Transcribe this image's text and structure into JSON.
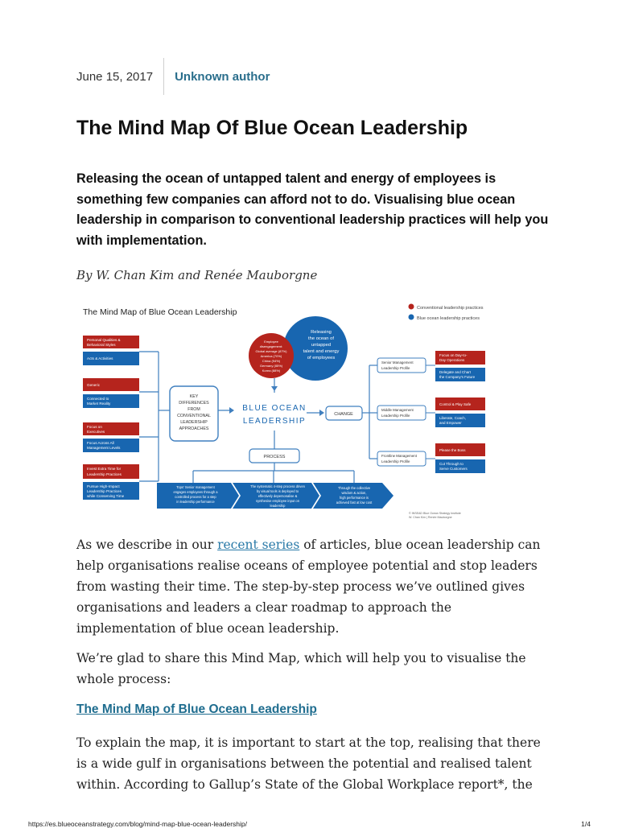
{
  "meta": {
    "date": "June 15, 2017",
    "author": "Unknown author"
  },
  "article": {
    "title": "The Mind Map Of Blue Ocean Leadership",
    "lead": "Releasing the ocean of untapped talent and energy of employees is something few companies can afford not to do. Visualising blue ocean leadership in comparison to conventional leadership practices will help you with implementation.",
    "byline": "By W. Chan Kim and Renée Mauborgne",
    "p1_before": "As we describe in our ",
    "p1_link": "recent series",
    "p1_after": " of articles, blue ocean leadership can help organisations realise oceans of employee potential and stop leaders from wasting their time. The step-by-step process we’ve outlined gives organisations and leaders a clear roadmap to approach the implementation of blue ocean leadership.",
    "p2": "We’re glad to share this Mind Map, which will help you to visualise the whole process:",
    "map_link": "The Mind Map of Blue Ocean Leadership",
    "p3": "To explain the map, it is important to start at the top, realising that there is a wide gulf in organisations between the potential and realised talent within. According to Gallup’s State of the Global Workplace report*, the"
  },
  "mindmap": {
    "title": "The Mind Map of Blue Ocean Leadership",
    "legend": [
      "Conventional leadership practices",
      "Blue ocean leadership practices"
    ],
    "colors": {
      "red": "#b5241d",
      "blue": "#1866b0",
      "line": "#3f7fbf"
    },
    "left_pairs": [
      {
        "red": [
          "Personal Qualities &",
          "Behavioral Styles"
        ],
        "blue": [
          "Acts & Activities"
        ]
      },
      {
        "red": [
          "Generic"
        ],
        "blue": [
          "Connected to",
          "Market Reality"
        ]
      },
      {
        "red": [
          "Focus on",
          "Executives"
        ],
        "blue": [
          "Focus Across All",
          "Management Levels"
        ]
      },
      {
        "red": [
          "Invest Extra Time for",
          "Leadership Practices"
        ],
        "blue": [
          "Pursue High-Impact",
          "Leadership Practices",
          "while Conserving Time"
        ]
      }
    ],
    "key_diff": [
      "KEY",
      "DIFFERENCES",
      "FROM",
      "CONVENTIONAL",
      "LEADERSHIP",
      "APPROACHES"
    ],
    "center": [
      "BLUE OCEAN",
      "LEADERSHIP"
    ],
    "red_circle": [
      "Employee",
      "disengagement:",
      "Global average (87%)",
      "America (70%)",
      "China (94%)",
      "Germany (85%)",
      "Korea (88%)"
    ],
    "blue_circle": [
      "Releasing",
      "the ocean of",
      "untapped",
      "talent and energy",
      "of employees"
    ],
    "change": "CHANGE",
    "process": "PROCESS",
    "profiles": [
      {
        "label": [
          "Senior Management",
          "Leadership Profile"
        ],
        "red": [
          "Focus on Day-to-",
          "Day Operations"
        ],
        "blue": [
          "Delegate and Chart",
          "the Company's Future"
        ]
      },
      {
        "label": [
          "Middle Management",
          "Leadership Profile"
        ],
        "red": [
          "Control & Play Safe"
        ],
        "blue": [
          "Liberate, Coach,",
          "and Empower"
        ]
      },
      {
        "label": [
          "Frontline Management",
          "Leadership Profile"
        ],
        "red": [
          "Please the Boss"
        ],
        "blue": [
          "Cut Through to",
          "Serve Customers"
        ]
      }
    ],
    "process_steps": [
      [
        "Tops' Senior management",
        "engages employees through a",
        "controlled process for a step",
        "in leadership performance"
      ],
      [
        "The systematic 4-step process driven",
        "by visual tools is deployed to",
        "effectively depersonalise &",
        "synthesise employee input on",
        "leadership"
      ],
      [
        "Through the collective",
        "wisdom & action,",
        "high performance is",
        "achieved fast at low cost"
      ]
    ],
    "copyright": [
      "© INSEAD Blue Ocean Strategy Institute",
      "W. Chan Kim | Renée Mauborgne"
    ]
  },
  "footer": {
    "url": "https://es.blueoceanstrategy.com/blog/mind-map-blue-ocean-leadership/",
    "page": "1/4"
  }
}
